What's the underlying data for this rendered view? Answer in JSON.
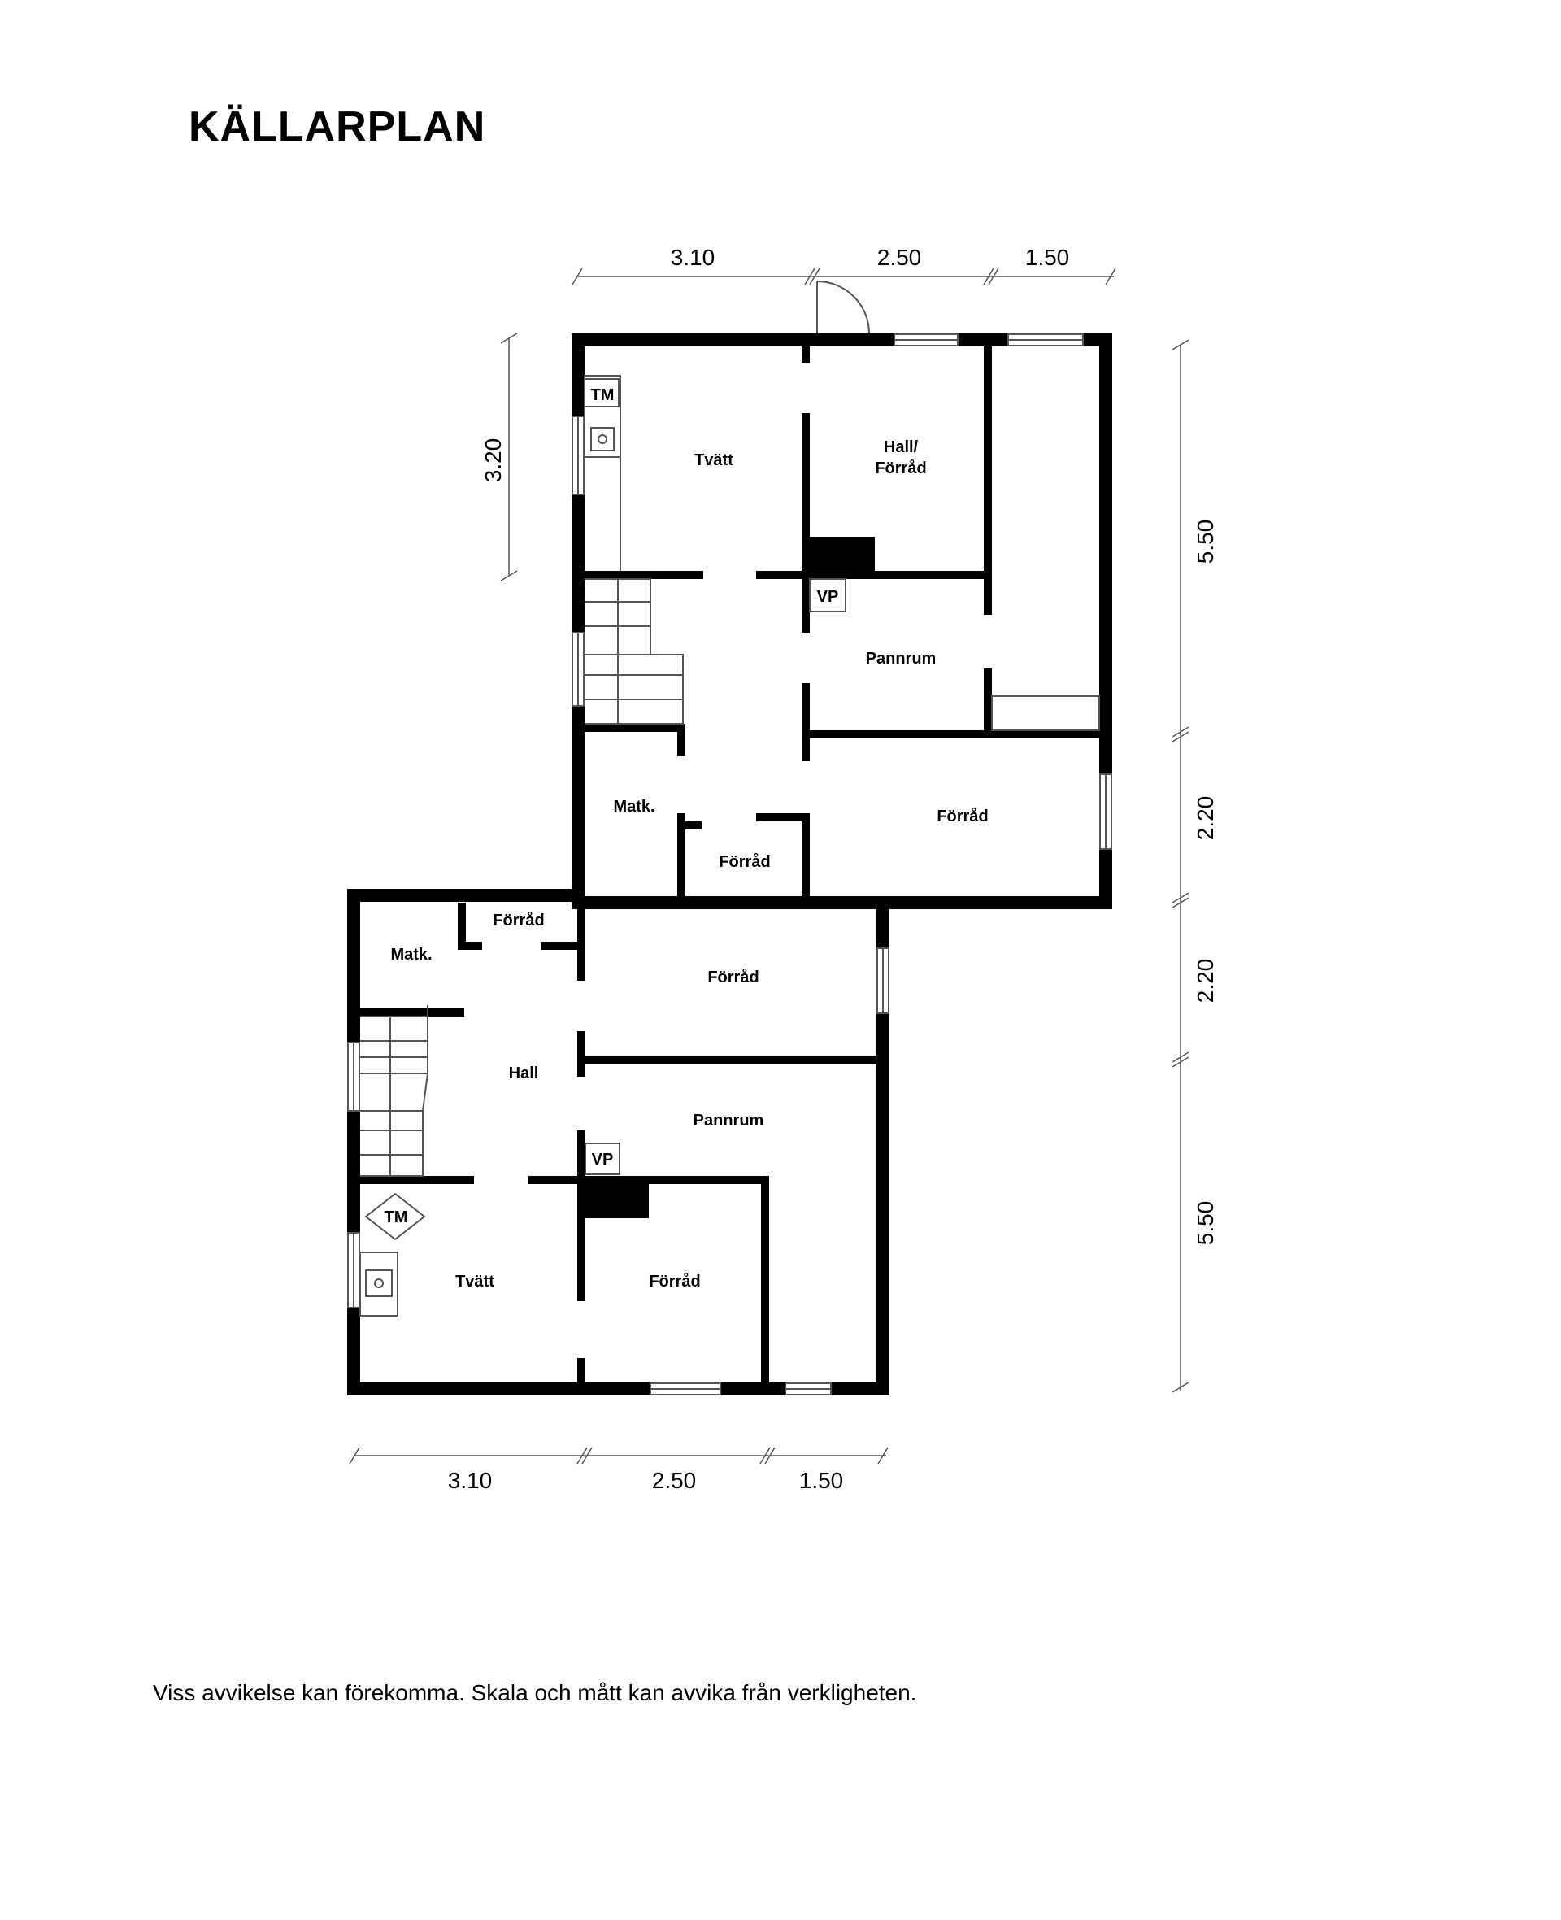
{
  "title": "KÄLLARPLAN",
  "disclaimer": "Viss avvikelse kan förekomma. Skala och mått kan avvika från verkligheten.",
  "upper_unit": {
    "rooms": [
      "Tvätt",
      "Hall/",
      "Förråd",
      "Pannrum",
      "Matk.",
      "Förråd",
      "Förråd"
    ],
    "symbols": [
      "TM",
      "VP"
    ]
  },
  "lower_unit": {
    "rooms": [
      "Förråd",
      "Matk.",
      "Förråd",
      "Hall",
      "Pannrum",
      "Tvätt",
      "Förråd"
    ],
    "symbols": [
      "VP",
      "TM"
    ]
  },
  "dimensions": {
    "top": [
      "3.10",
      "2.50",
      "1.50"
    ],
    "bottom": [
      "3.10",
      "2.50",
      "1.50"
    ],
    "left": [
      "3.20"
    ],
    "right": [
      "5.50",
      "2.20",
      "2.20",
      "5.50"
    ]
  },
  "colors": {
    "wall": "#000000",
    "line": "#555555",
    "background": "#ffffff"
  }
}
